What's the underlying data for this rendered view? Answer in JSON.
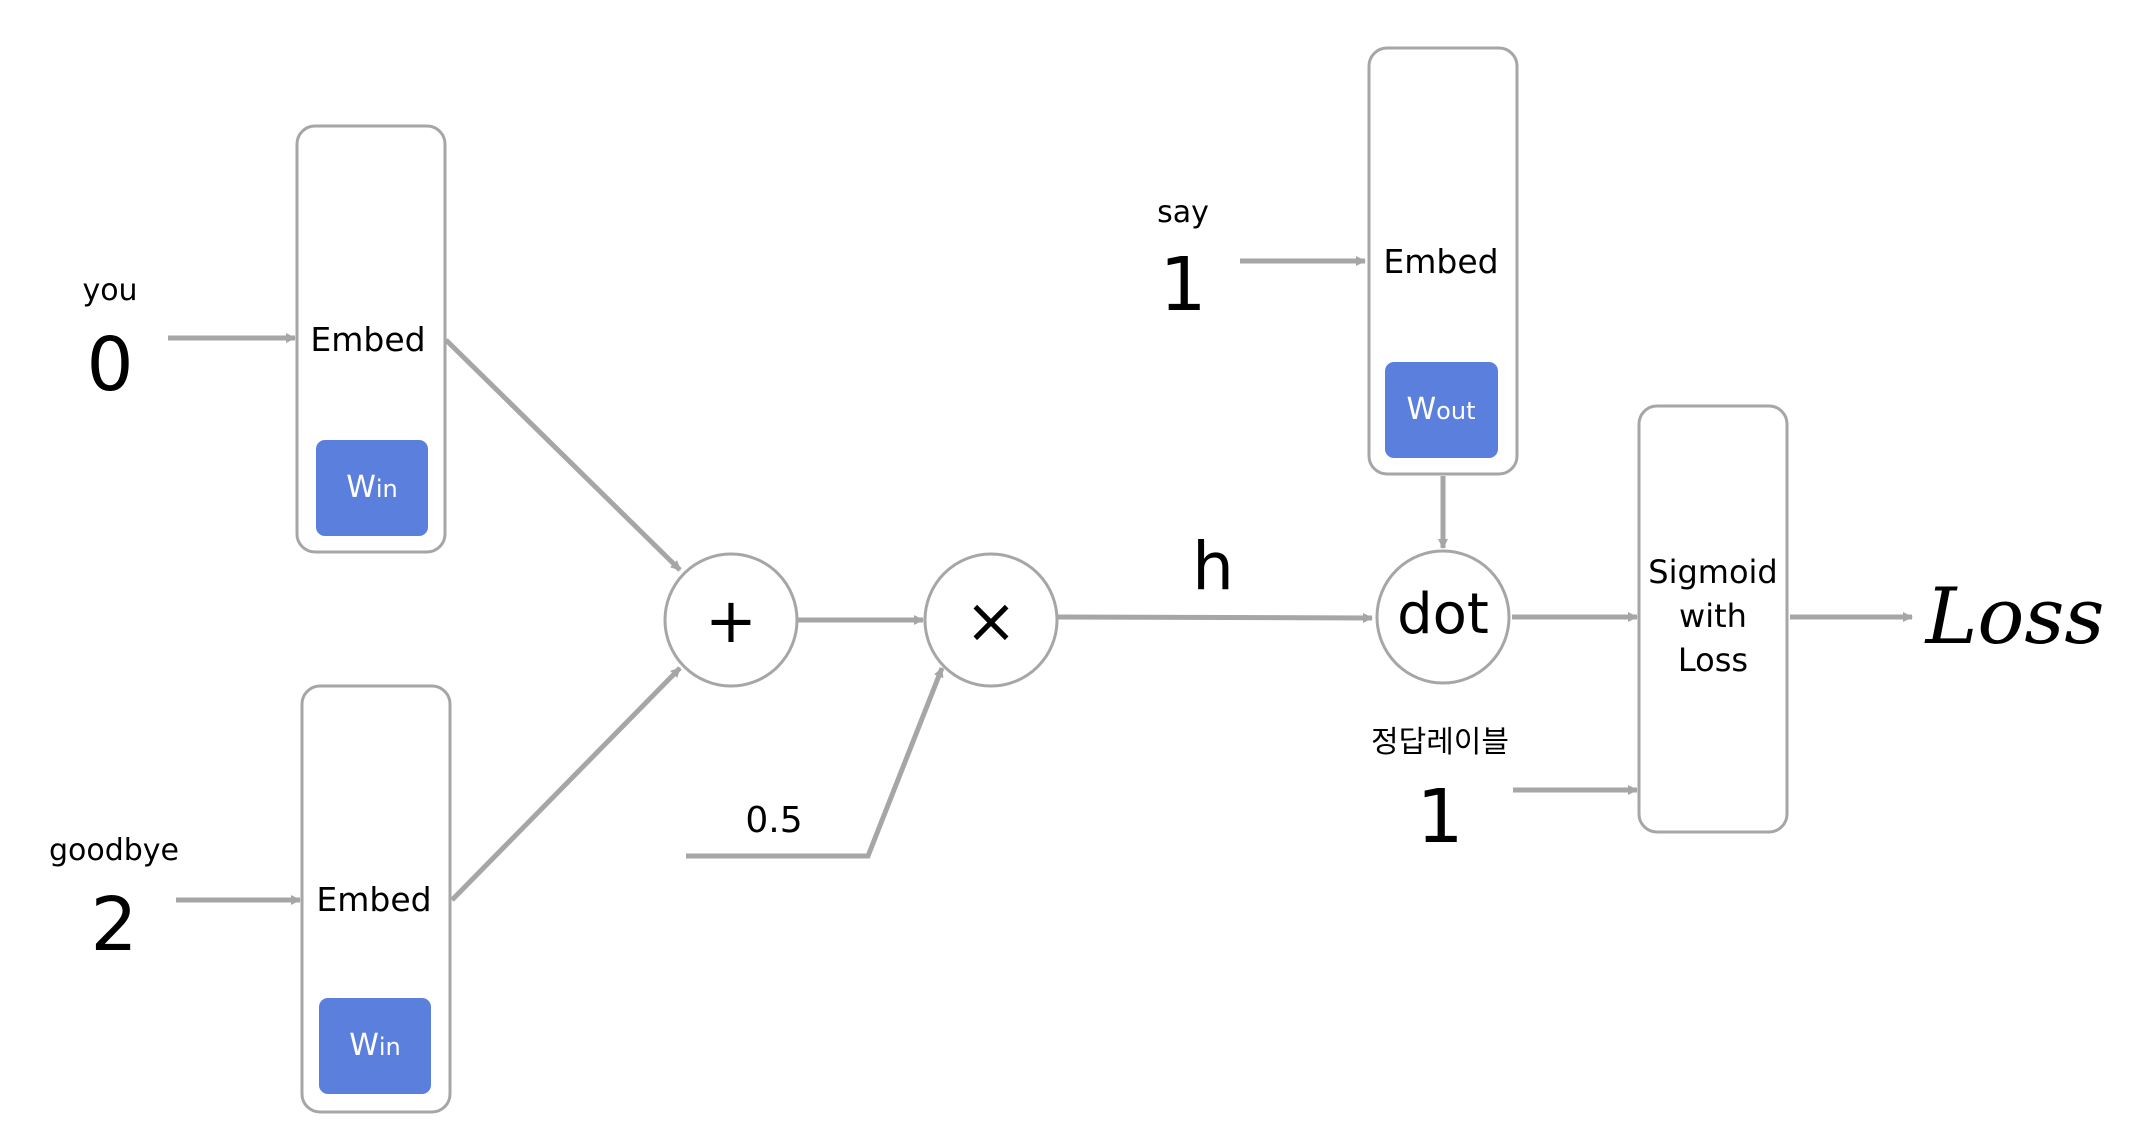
{
  "inputs": {
    "you": {
      "word": "you",
      "index": "0"
    },
    "goodbye": {
      "word": "goodbye",
      "index": "2"
    },
    "say": {
      "word": "say",
      "index": "1"
    },
    "label": {
      "word": "정답레이블",
      "index": "1"
    }
  },
  "embed_in_top": {
    "label": "Embed",
    "weight": "W",
    "weight_sub": "in"
  },
  "embed_in_bottom": {
    "label": "Embed",
    "weight": "W",
    "weight_sub": "in"
  },
  "embed_out": {
    "label": "Embed",
    "weight": "W",
    "weight_sub": "out"
  },
  "ops": {
    "add": "+",
    "mul": "×",
    "dot": "dot"
  },
  "scale": "0.5",
  "hidden": "h",
  "sigmoid": {
    "line1": "Sigmoid",
    "line2": "with",
    "line3": "Loss"
  },
  "loss": "Loss",
  "colors": {
    "weight_fill": "#5b7fdc",
    "line": "#a6a6a6",
    "border": "#a6a6a6"
  }
}
